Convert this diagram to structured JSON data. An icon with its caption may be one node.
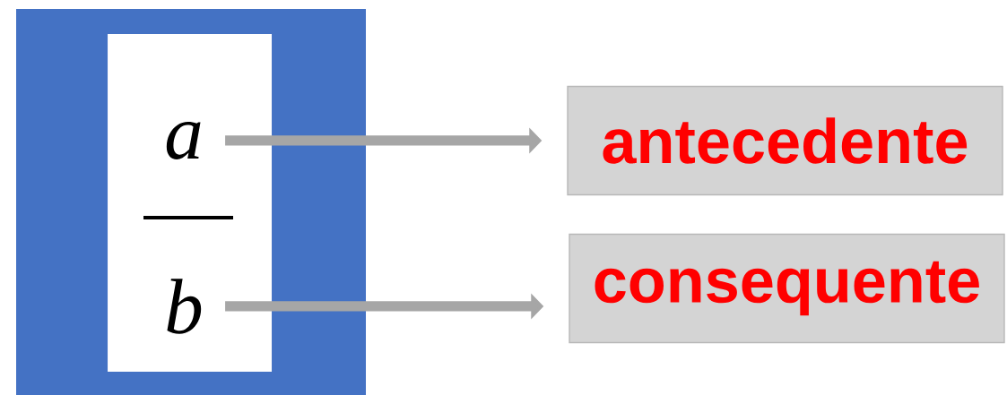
{
  "diagram": {
    "nodes": [
      {
        "text": [],
        "shape": "box"
      },
      {
        "text": [],
        "shape": "box",
        "in": 0
      },
      {
        "text": [
          "a"
        ],
        "in": 1
      },
      {
        "text": [
          "b"
        ],
        "in": 1
      },
      {
        "text": [
          "antecedente"
        ]
      },
      {
        "text": [
          "consequente"
        ]
      }
    ],
    "edges": [
      {
        "from": 2,
        "to": 4,
        "arrow": "to"
      },
      {
        "from": 3,
        "to": 5,
        "arrow": "to"
      }
    ]
  }
}
